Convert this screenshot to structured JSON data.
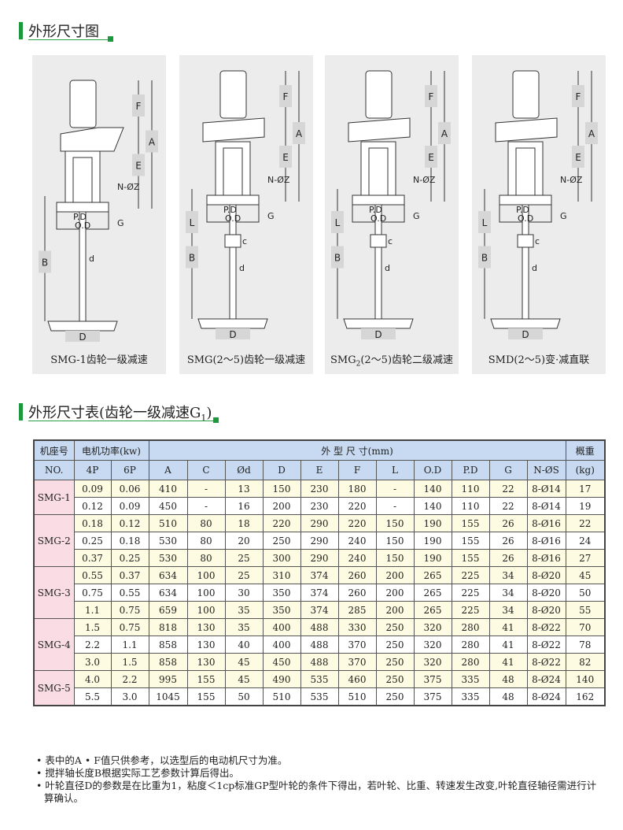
{
  "section1": {
    "title": "外形尺寸图"
  },
  "diagrams": [
    {
      "caption": "SMG-1齿轮一级减速",
      "caption_sub": "",
      "caption_end": "",
      "variant": "direct",
      "labels": {
        "F": "F",
        "E": "E",
        "A": "A",
        "N": "N-ØZ",
        "PD": "P.D",
        "OD": "O.D",
        "G": "G",
        "B": "B",
        "d": "d",
        "D": "D"
      }
    },
    {
      "caption": "SMG(2～5)齿轮一级减速",
      "caption_sub": "",
      "caption_end": "",
      "variant": "coupled",
      "labels": {
        "F": "F",
        "E": "E",
        "A": "A",
        "N": "N-ØZ",
        "PD": "P.D",
        "OD": "O.D",
        "G": "G",
        "L": "L",
        "c": "c",
        "B": "B",
        "d": "d",
        "D": "D"
      }
    },
    {
      "caption": "SMG",
      "caption_sub": "2",
      "caption_end": "(2～5)齿轮二级减速",
      "variant": "coupled2",
      "labels": {
        "F": "F",
        "E": "E",
        "A": "A",
        "N": "N-ØZ",
        "PD": "P.D",
        "OD": "O.D",
        "G": "G",
        "L": "L",
        "c": "c",
        "B": "B",
        "d": "d",
        "D": "D"
      }
    },
    {
      "caption": "SMD(2～5)变·减直联",
      "caption_sub": "",
      "caption_end": "",
      "variant": "coupled3",
      "labels": {
        "F": "F",
        "E": "E",
        "A": "A",
        "N": "N-ØZ",
        "PD": "P.D",
        "OD": "O.D",
        "G": "G",
        "L": "L",
        "c": "c",
        "B": "B",
        "d": "d",
        "D": "D"
      }
    }
  ],
  "section2": {
    "title": "外形尺寸表(齿轮一级减速G",
    "title_sub": "1",
    "title_end": ")"
  },
  "table": {
    "header": {
      "model": "机座号",
      "model_en": "NO.",
      "power": "电机功率(kw)",
      "dims": "外 型 尺 寸(mm)",
      "weight": "概重",
      "weight_unit": "(kg)",
      "cols": [
        "4P",
        "6P",
        "A",
        "C",
        "Ød",
        "D",
        "E",
        "F",
        "L",
        "O.D",
        "P.D",
        "G",
        "N-ØS"
      ]
    },
    "groups": [
      {
        "model": "SMG-1",
        "rows": [
          [
            "0.09",
            "0.06",
            "410",
            "-",
            "13",
            "150",
            "230",
            "180",
            "-",
            "140",
            "110",
            "22",
            "8-Ø14",
            "17"
          ],
          [
            "0.12",
            "0.09",
            "450",
            "-",
            "16",
            "200",
            "230",
            "220",
            "-",
            "140",
            "110",
            "22",
            "8-Ø14",
            "19"
          ]
        ]
      },
      {
        "model": "SMG-2",
        "rows": [
          [
            "0.18",
            "0.12",
            "510",
            "80",
            "18",
            "220",
            "290",
            "220",
            "150",
            "190",
            "155",
            "26",
            "8-Ø16",
            "22"
          ],
          [
            "0.25",
            "0.18",
            "530",
            "80",
            "20",
            "250",
            "290",
            "240",
            "150",
            "190",
            "155",
            "26",
            "8-Ø16",
            "24"
          ],
          [
            "0.37",
            "0.25",
            "530",
            "80",
            "25",
            "300",
            "290",
            "240",
            "150",
            "190",
            "155",
            "26",
            "8-Ø16",
            "27"
          ]
        ]
      },
      {
        "model": "SMG-3",
        "rows": [
          [
            "0.55",
            "0.37",
            "634",
            "100",
            "25",
            "310",
            "374",
            "260",
            "200",
            "265",
            "225",
            "34",
            "8-Ø20",
            "45"
          ],
          [
            "0.75",
            "0.55",
            "634",
            "100",
            "30",
            "350",
            "374",
            "260",
            "200",
            "265",
            "225",
            "34",
            "8-Ø20",
            "50"
          ],
          [
            "1.1",
            "0.75",
            "659",
            "100",
            "35",
            "350",
            "374",
            "285",
            "200",
            "265",
            "225",
            "34",
            "8-Ø20",
            "55"
          ]
        ]
      },
      {
        "model": "SMG-4",
        "rows": [
          [
            "1.5",
            "0.75",
            "818",
            "130",
            "35",
            "400",
            "488",
            "330",
            "250",
            "320",
            "280",
            "41",
            "8-Ø22",
            "70"
          ],
          [
            "2.2",
            "1.1",
            "858",
            "130",
            "40",
            "400",
            "488",
            "370",
            "250",
            "320",
            "280",
            "41",
            "8-Ø22",
            "78"
          ],
          [
            "3.0",
            "1.5",
            "858",
            "130",
            "45",
            "450",
            "488",
            "370",
            "250",
            "320",
            "280",
            "41",
            "8-Ø22",
            "82"
          ]
        ]
      },
      {
        "model": "SMG-5",
        "rows": [
          [
            "4.0",
            "2.2",
            "995",
            "155",
            "45",
            "490",
            "535",
            "460",
            "250",
            "375",
            "335",
            "48",
            "8-Ø24",
            "140"
          ],
          [
            "5.5",
            "3.0",
            "1045",
            "155",
            "50",
            "510",
            "535",
            "510",
            "250",
            "375",
            "335",
            "48",
            "8-Ø24",
            "162"
          ]
        ]
      }
    ]
  },
  "notes": [
    "• 表中的A • F值只供参考，以选型后的电动机尺寸为准。",
    "• 搅拌轴长度B根据实际工艺参数计算后得出。",
    "• 叶轮直径D的参数是在比重为1，粘度＜1cp标准GP型叶轮的条件下得出，若叶轮、比重、转速发生改变,叶轮直径轴径需进行计算确认。"
  ],
  "colors": {
    "accent": "#1a9a3a",
    "header": "#c8daf1",
    "model": "#f9dce4",
    "row_alt": "#fdfbe1"
  }
}
